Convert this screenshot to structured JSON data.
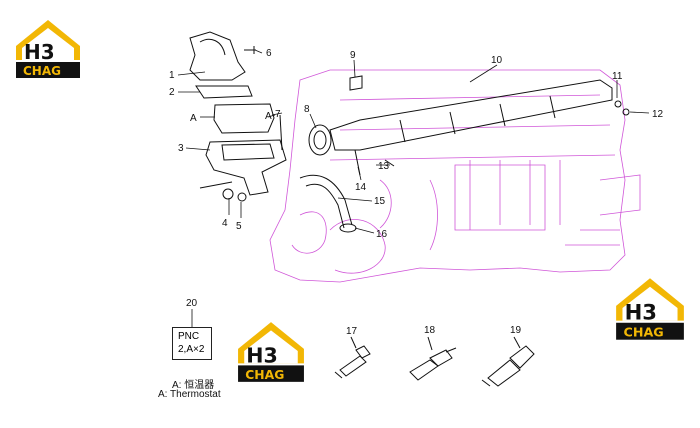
{
  "brand": {
    "text_top": "H3",
    "text_bottom": "CHAG",
    "colors": {
      "yellow": "#f2b705",
      "black": "#111111"
    }
  },
  "diagram": {
    "outline_color": "#d056d8",
    "callouts": [
      "1",
      "2",
      "3",
      "4",
      "5",
      "6",
      "7",
      "8",
      "9",
      "10",
      "11",
      "12",
      "13",
      "14",
      "15",
      "16",
      "17",
      "18",
      "19",
      "20"
    ],
    "point_label": "A",
    "pnc": {
      "line1": "PNC",
      "line2": "2,A×2"
    },
    "legend": {
      "chinese": "A:  恒温器",
      "english": "A: Thermostat"
    }
  }
}
